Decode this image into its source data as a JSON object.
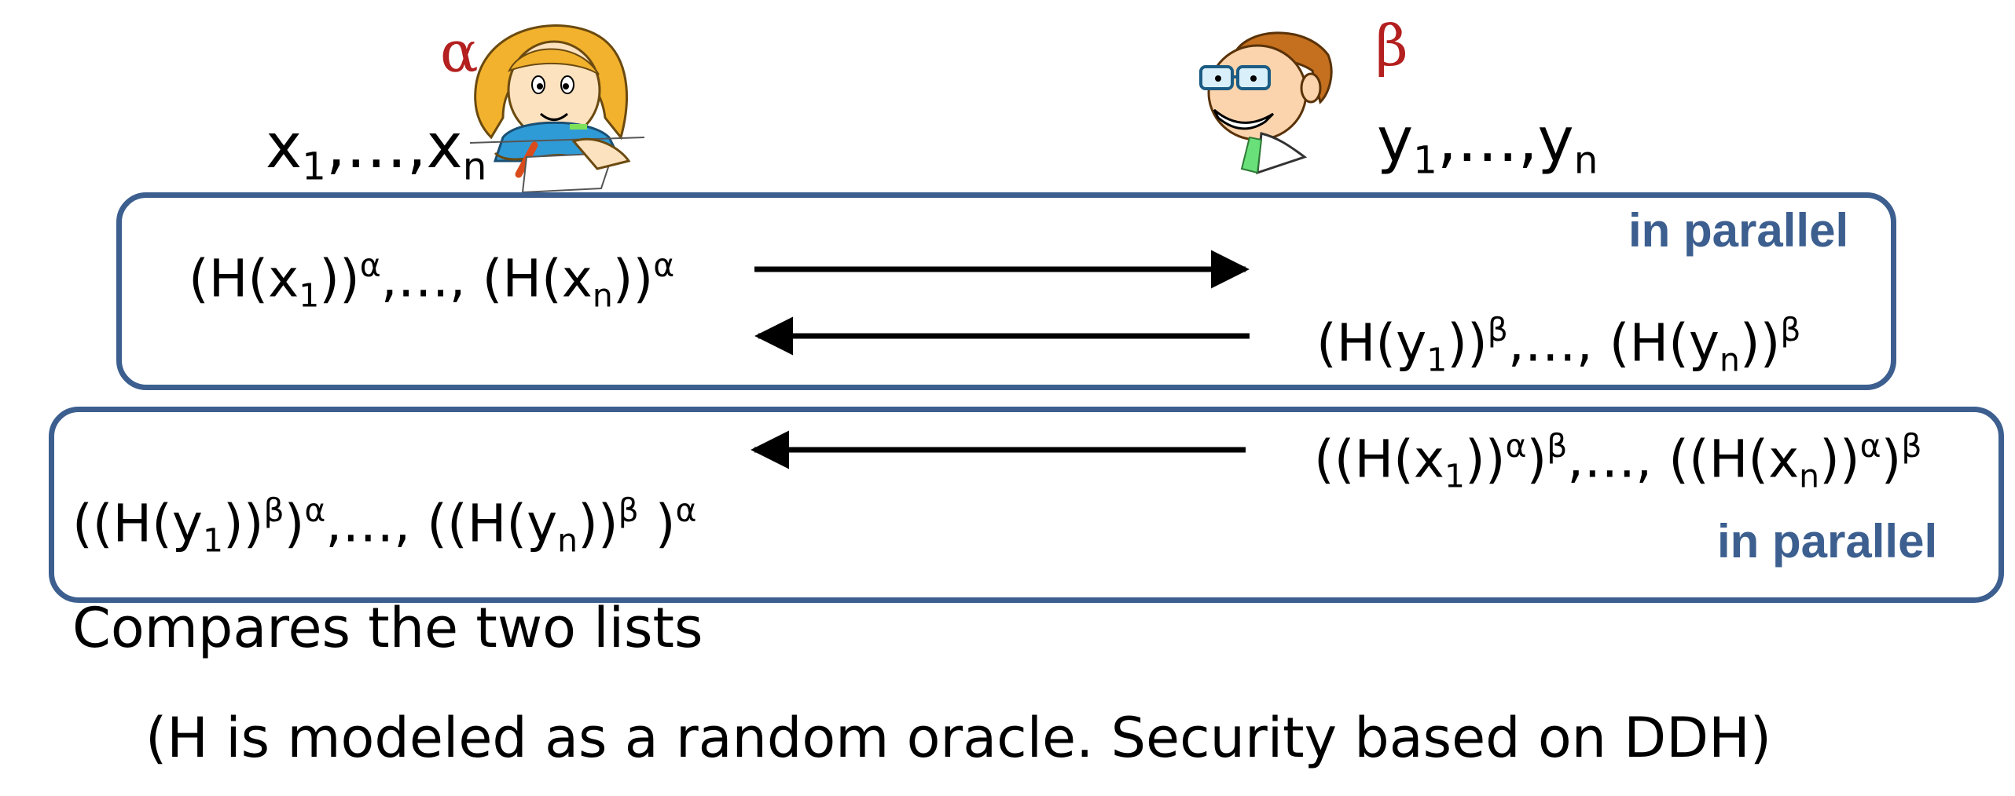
{
  "alice": {
    "secret": "α",
    "inputs": {
      "first": "x",
      "first_sub": "1",
      "mid": ",…,",
      "last": "x",
      "last_sub": "n"
    }
  },
  "bob": {
    "secret": "β",
    "inputs": {
      "first": "y",
      "first_sub": "1",
      "mid": ",…,",
      "last": "y",
      "last_sub": "n"
    }
  },
  "round1": {
    "parallel_label": "in parallel",
    "alice_msg": {
      "p1": "(H(x",
      "s1": "1",
      "p2": "))",
      "e1": "α",
      "p3": ",…, (H(x",
      "s2": "n",
      "p4": "))",
      "e2": "α"
    },
    "bob_msg": {
      "p1": "(H(y",
      "s1": "1",
      "p2": "))",
      "e1": "β",
      "p3": ",…, (H(y",
      "s2": "n",
      "p4": "))",
      "e2": "β"
    }
  },
  "round2": {
    "parallel_label": "in parallel",
    "bob_msg": {
      "p1": "((H(x",
      "s1": "1",
      "p2": "))",
      "e1": "α",
      "p3": ")",
      "e2": "β",
      "p4": ",…, ((H(x",
      "s2": "n",
      "p5": "))",
      "e3": "α",
      "p6": ")",
      "e4": "β"
    },
    "alice_msg": {
      "p1": "((H(y",
      "s1": "1",
      "p2": "))",
      "e1": "β",
      "p3": ")",
      "e2": "α",
      "p4": ",…, ((H(y",
      "s2": "n",
      "p5": "))",
      "e3": "β",
      "p6": " )",
      "e4": "α"
    }
  },
  "compare_text": "Compares the two lists",
  "footnote": "(H is modeled as a random oracle. Security based on DDH)",
  "colors": {
    "box_border": "#3c5f8f",
    "parallel_text": "#3c5f8f",
    "greek": "#b3201f",
    "arrow": "#000000"
  },
  "icons": {
    "alice": "alice-cartoon-icon",
    "bob": "bob-cartoon-icon"
  }
}
